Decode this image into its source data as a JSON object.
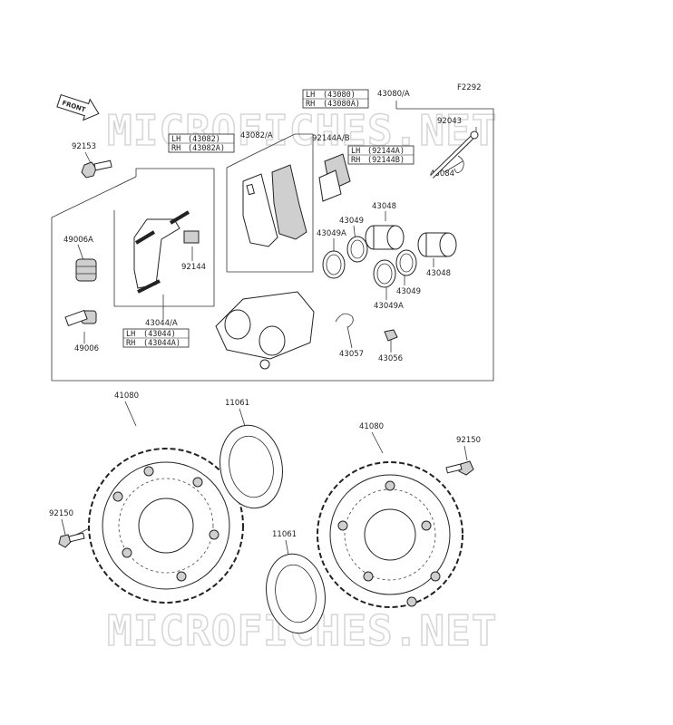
{
  "figure_code": "F2292",
  "watermark": "MICROFICHES.NET",
  "front_arrow": "FRONT",
  "labels": {
    "p43080A": "43080/A",
    "p43082A": "43082/A",
    "p92144AB": "92144A/B",
    "p92043": "92043",
    "p43084": "43084",
    "p92153": "92153",
    "p43048a": "43048",
    "p43049a": "43049",
    "p43049Aa": "43049A",
    "p49006A": "49006A",
    "p92144": "92144",
    "p43048b": "43048",
    "p43049b": "43049",
    "p43049Ab": "43049A",
    "p43044A": "43044/A",
    "p49006": "49006",
    "p43057": "43057",
    "p43056": "43056",
    "p41080a": "41080",
    "p11061a": "11061",
    "p41080b": "41080",
    "p92150a": "92150",
    "p92150b": "92150",
    "p11061b": "11061"
  },
  "boxes": {
    "caliper": [
      [
        "LH",
        "(43080)"
      ],
      [
        "RH",
        "(43080A)"
      ]
    ],
    "pads": [
      [
        "LH",
        "(43082)"
      ],
      [
        "RH",
        "(43082A)"
      ]
    ],
    "shims": [
      [
        "LH",
        "(92144A)"
      ],
      [
        "RH",
        "(92144B)"
      ]
    ],
    "bracket": [
      [
        "LH",
        "(43044)"
      ],
      [
        "RH",
        "(43044A)"
      ]
    ]
  }
}
